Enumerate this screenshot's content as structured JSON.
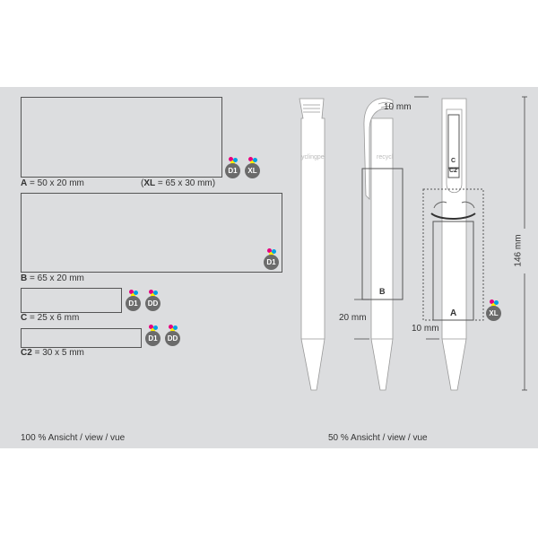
{
  "areas": [
    {
      "key": "A",
      "text": " = 50 x 20 mm",
      "badges": [
        "D1",
        "XL"
      ]
    },
    {
      "key": "B",
      "text": " = 65 x 20 mm",
      "badges": [
        "D1"
      ]
    },
    {
      "key": "C",
      "text": " = 25 x 6 mm",
      "badges": [
        "D1",
        "DD"
      ]
    },
    {
      "key": "C2",
      "text": " = 30 x 5 mm",
      "badges": [
        "D1",
        "DD"
      ]
    }
  ],
  "xl_note": {
    "open": "(",
    "key": "XL",
    "text": " = 65 x 30 mm)"
  },
  "pen_labels": {
    "A": "A",
    "B": "B",
    "C": "C",
    "C2": "C2",
    "XL": "XL",
    "brand1": "yclingpe",
    "brand2": "recycl"
  },
  "dimensions": {
    "top": "10 mm",
    "side": "20 mm",
    "bottom": "10 mm",
    "total": "146 mm"
  },
  "captions": {
    "left": "100 % Ansicht / view / vue",
    "right": "50 % Ansicht / view / vue"
  }
}
